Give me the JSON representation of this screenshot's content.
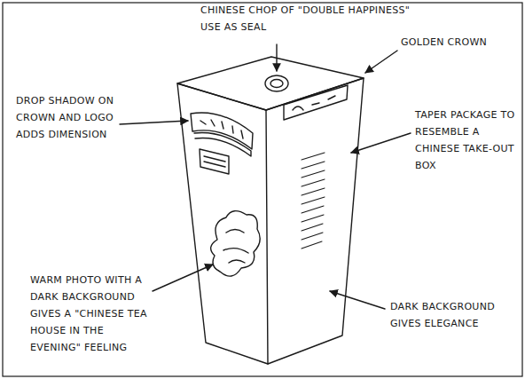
{
  "diagram": {
    "labels": [
      "CHINESE CHOP OF \"DOUBLE HAPPINESS\" USE AS SEAL",
      "GOLDEN CROWN",
      "DROP SHADOW ON CROWN AND LOGO ADDS DIMENSION",
      "TAPER PACKAGE TO RESEMBLE A CHINESE TAKE-OUT BOX",
      "WARM PHOTO WITH A DARK BACKGROUND GIVES A \"CHINESE TEA HOUSE IN THE EVENING\" FEELING",
      "DARK BACKGROUND GIVES ELEGANCE"
    ]
  }
}
